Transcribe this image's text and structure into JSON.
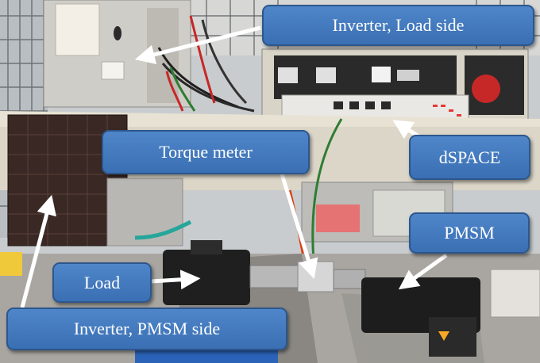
{
  "labels": {
    "inverter_load": "Inverter, Load side",
    "torque_meter": "Torque meter",
    "dspace": "dSPACE",
    "pmsm": "PMSM",
    "load": "Load",
    "inverter_pmsm": "Inverter, PMSM side"
  },
  "colors": {
    "label_fill": "#4a7fc1",
    "label_border": "#2d568c",
    "label_text": "#ffffff",
    "arrow": "#ffffff"
  }
}
